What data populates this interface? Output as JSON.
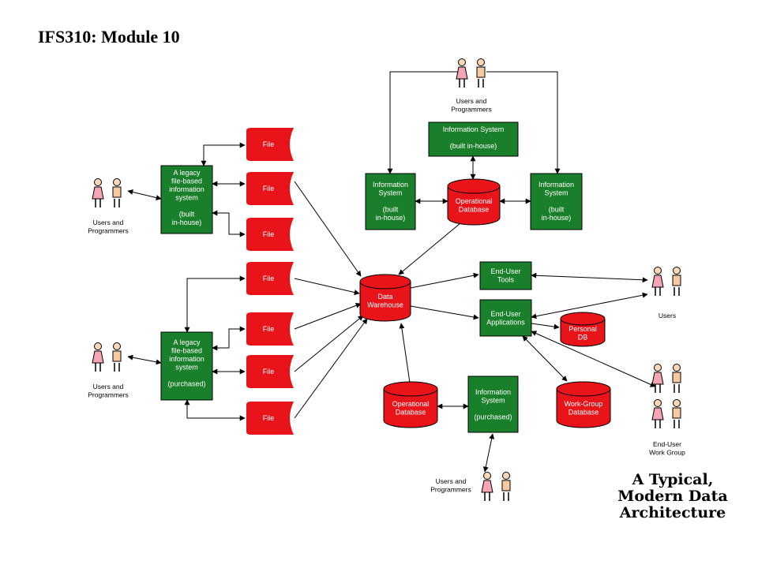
{
  "header": {
    "title": "IFS310: Module 10"
  },
  "caption": {
    "text": "A Typical,\nModern Data\nArchitecture"
  },
  "boxes": {
    "legacy_inhouse": [
      "A legacy",
      "file-based",
      "information",
      "system",
      "",
      "(built",
      "in-house)"
    ],
    "legacy_purchased": [
      "A legacy",
      "file-based",
      "information",
      "system",
      "",
      "(purchased)"
    ],
    "is_top": [
      "Information System",
      "",
      "(built in-house)"
    ],
    "is_left": [
      "Information",
      "System",
      "",
      "(built",
      "in-house)"
    ],
    "is_right": [
      "Information",
      "System",
      "",
      "(built",
      "in-house)"
    ],
    "is_purchased": [
      "Information",
      "System",
      "",
      "(purchased)"
    ],
    "eu_tools": [
      "End-User",
      "Tools"
    ],
    "eu_apps": [
      "End-User",
      "Applications"
    ]
  },
  "files": [
    "File",
    "File",
    "File",
    "File",
    "File",
    "File",
    "File"
  ],
  "databases": {
    "op_top": [
      "Operational",
      "Database"
    ],
    "warehouse": [
      "Data",
      "Warehouse"
    ],
    "personal": [
      "Personal",
      "DB"
    ],
    "op_bottom": [
      "Operational",
      "Database"
    ],
    "workgroup": [
      "Work-Group",
      "Database"
    ]
  },
  "people": {
    "top": [
      "Users and",
      "Programmers"
    ],
    "left_top": [
      "Users and",
      "Programmers"
    ],
    "left_bottom": [
      "Users and",
      "Programmers"
    ],
    "bottom": [
      "Users and",
      "Programmers"
    ],
    "users": [
      "Users"
    ],
    "workgroup": [
      "End-User",
      "Work Group"
    ]
  },
  "colors": {
    "green": "#1a7f2a",
    "red": "#e8141a"
  }
}
